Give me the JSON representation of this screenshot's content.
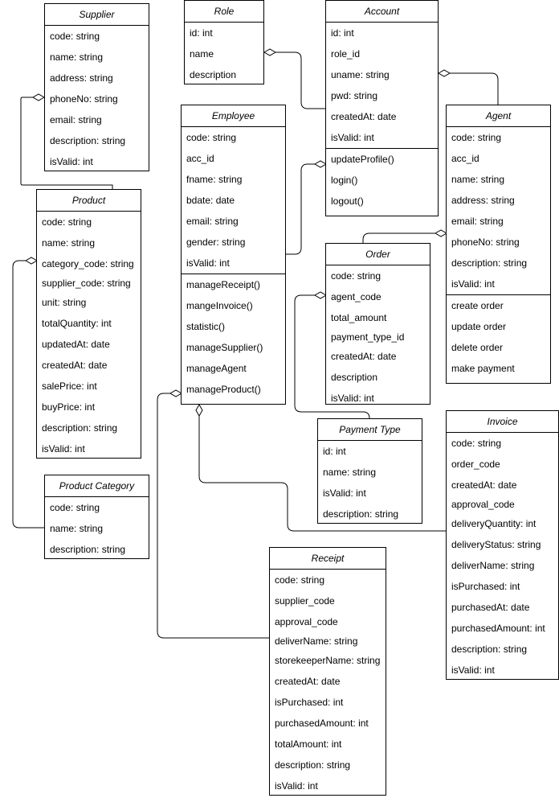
{
  "colors": {
    "stroke": "#000000",
    "background": "#ffffff"
  },
  "classes": {
    "supplier": {
      "title": "Supplier",
      "fields": [
        "code: string",
        "name: string",
        "address: string",
        "phoneNo: string",
        "email: string",
        "description: string",
        "isValid: int"
      ]
    },
    "role": {
      "title": "Role",
      "fields": [
        "id: int",
        "name",
        "description"
      ]
    },
    "account": {
      "title": "Account",
      "fields": [
        "id: int",
        "role_id",
        "uname: string",
        "pwd: string",
        "createdAt: date",
        "isValid: int"
      ],
      "methods": [
        "updateProfile()",
        "login()",
        "logout()"
      ]
    },
    "employee": {
      "title": "Employee",
      "fields": [
        "code: string",
        "acc_id",
        "fname: string",
        "bdate: date",
        "email: string",
        "gender: string",
        "isValid: int"
      ],
      "methods": [
        "manageReceipt()",
        "mangeInvoice()",
        "statistic()",
        "manageSupplier()",
        "manageAgent",
        "manageProduct()"
      ]
    },
    "agent": {
      "title": "Agent",
      "fields": [
        "code: string",
        "acc_id",
        "name: string",
        "address: string",
        "email: string",
        "phoneNo: string",
        "description: string",
        "isValid: int"
      ],
      "methods": [
        "create order",
        "update order",
        "delete order",
        "make payment"
      ]
    },
    "product": {
      "title": "Product",
      "fields": [
        "code: string",
        "name: string",
        "category_code: string",
        "supplier_code: string",
        "unit: string",
        "totalQuantity: int",
        "updatedAt: date",
        "createdAt: date",
        "salePrice: int",
        "buyPrice: int",
        "description: string",
        "isValid: int"
      ]
    },
    "order": {
      "title": "Order",
      "fields": [
        "code: string",
        "agent_code",
        "total_amount",
        "payment_type_id",
        "createdAt: date",
        "description",
        "isValid: int"
      ]
    },
    "payment_type": {
      "title": "Payment Type",
      "fields": [
        "id: int",
        "name: string",
        "isValid: int",
        "description: string"
      ]
    },
    "invoice": {
      "title": "Invoice",
      "fields": [
        "code: string",
        "order_code",
        "createdAt: date",
        "approval_code",
        "deliveryQuantity: int",
        "deliveryStatus: string",
        "deliverName: string",
        "isPurchased: int",
        "purchasedAt: date",
        "purchasedAmount: int",
        "description: string",
        "isValid: int"
      ]
    },
    "product_category": {
      "title": "Product Category",
      "fields": [
        "code: string",
        "name: string",
        "description: string"
      ]
    },
    "receipt": {
      "title": "Receipt",
      "fields": [
        "code: string",
        "supplier_code",
        "approval_code",
        "deliverName: string",
        "storekeeperName: string",
        "createdAt: date",
        "isPurchased: int",
        "purchasedAmount: int",
        "totalAmount: int",
        "description: string",
        "isValid: int"
      ]
    }
  }
}
